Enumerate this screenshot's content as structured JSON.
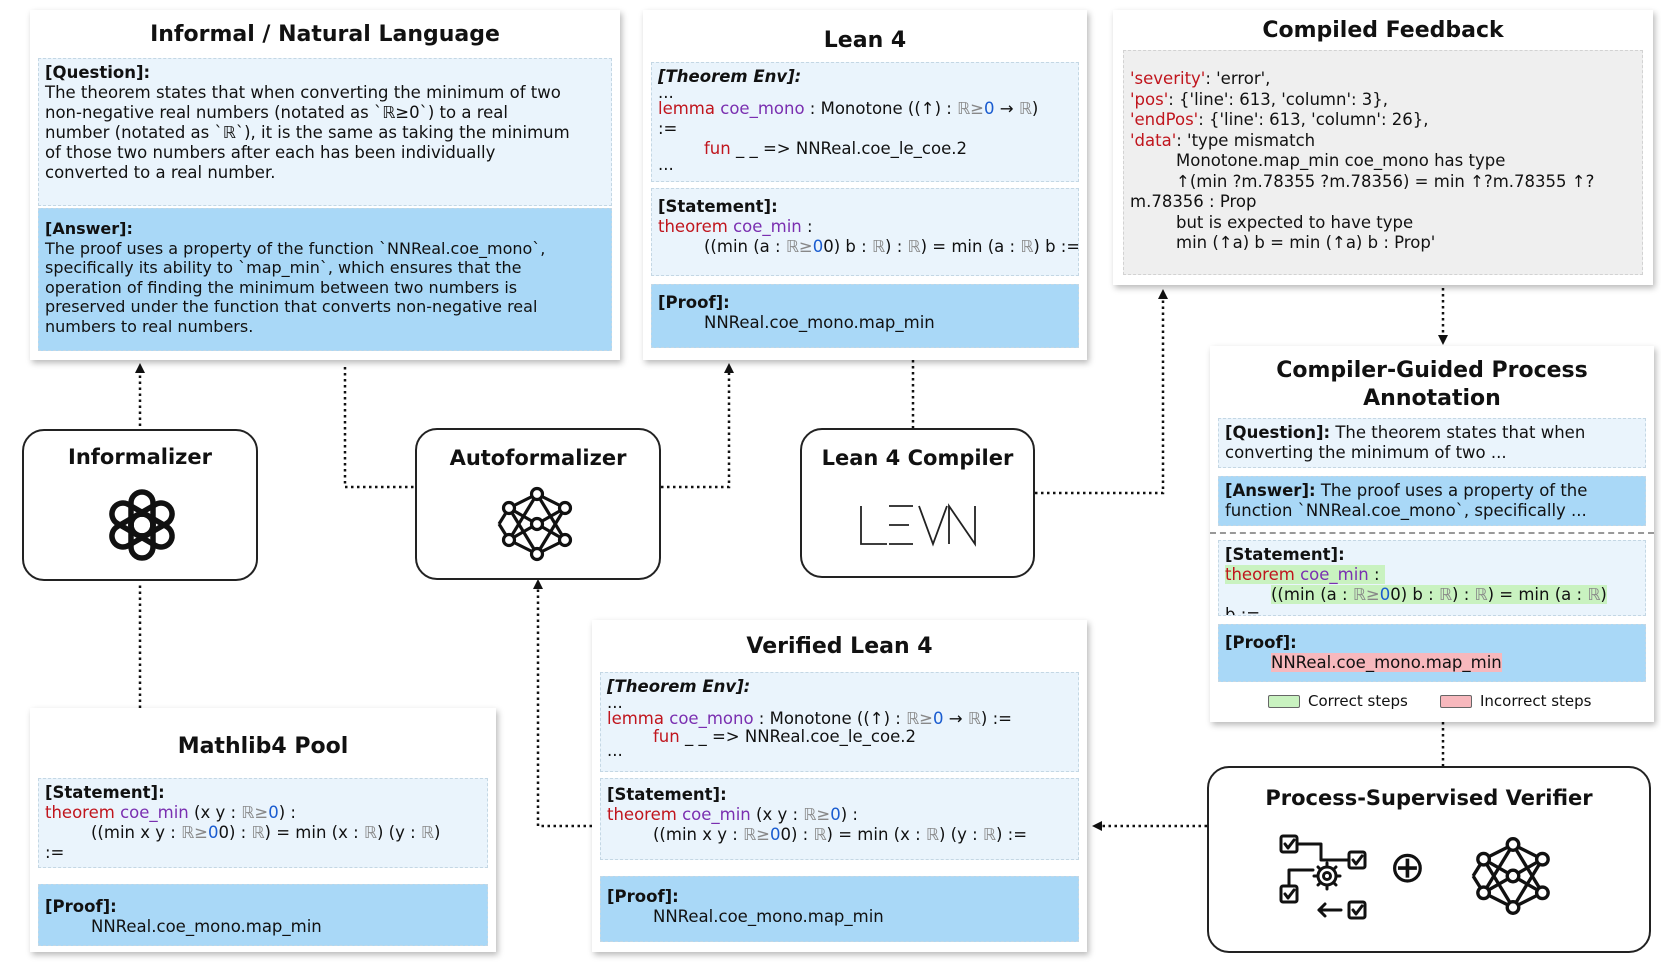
{
  "informal_panel": {
    "title": "Informal / Natural Language",
    "question_label": "[Question]:",
    "question_lines": [
      "The theorem states that when converting the minimum of two",
      "non-negative real numbers (notated as `ℝ≥0`) to a real",
      "number (notated as `ℝ`), it is the same as taking the minimum",
      "of those two numbers after each has been individually",
      "converted to a real number."
    ],
    "answer_label": "[Answer]:",
    "answer_lines": [
      "The proof uses a property of the function `NNReal.coe_mono`,",
      "specifically its ability to `map_min`, which ensures that the",
      "operation of finding the minimum between two numbers is",
      "preserved under the function that converts non-negative real",
      "numbers to real numbers."
    ]
  },
  "lean4_panel": {
    "title": "Lean 4",
    "env_label": "[Theorem Env]:",
    "ellipsis": "...",
    "lemma_kw": "lemma",
    "lemma_name": "coe_mono",
    "lemma_sig_a": " : Monotone ((↑) : ",
    "nn_type": "ℝ≥0",
    "arrow": " → ",
    "real_type": "ℝ",
    "close_paren": ")",
    "assign": ":=",
    "fun_kw": "fun",
    "fun_body": " _ _ => NNReal.coe_le_coe.2",
    "statement_label": "[Statement]:",
    "theorem_kw": "theorem",
    "theorem_name": "coe_min",
    "colon": " :",
    "proof_label": "[Proof]:",
    "proof_text": "NNReal.coe_mono.map_min"
  },
  "feedback_panel": {
    "title": "Compiled Feedback",
    "k_severity": "'severity'",
    "v_severity": ": 'error',",
    "k_pos": "'pos'",
    "v_pos": ": {'line': 613, 'column': 3},",
    "k_endpos": "'endPos'",
    "v_endpos": ": {'line': 613, 'column': 26},",
    "k_data": "'data'",
    "v_data": ": 'type mismatch",
    "msg_lines": [
      "Monotone.map_min coe_mono has type",
      "↑(min ?m.78355 ?m.78356) = min ↑?m.78355 ↑?",
      "m.78356 : Prop",
      "but is expected to have type",
      "min (↑a) b = min (↑a) b : Prop'"
    ]
  },
  "annotation_panel": {
    "title_line1": "Compiler-Guided Process",
    "title_line2": "Annotation",
    "question_label": "[Question]:",
    "question_text_1": " The theorem states that when",
    "question_text_2": "converting the minimum of two ...",
    "answer_label": "[Answer]:",
    "answer_text_1": " The proof uses a property of the",
    "answer_text_2": "function `NNReal.coe_mono`, specifically ...",
    "statement_label": "[Statement]:",
    "proof_label": "[Proof]:",
    "proof_text": "NNReal.coe_mono.map_min",
    "legend_correct": "Correct steps",
    "legend_incorrect": "Incorrect steps",
    "color_correct": "#c9f2c0",
    "color_incorrect": "#f7b8bd"
  },
  "informalizer": {
    "title": "Informalizer",
    "icon": "openai-logo-icon"
  },
  "autoformalizer": {
    "title": "Autoformalizer",
    "icon": "neural-network-icon"
  },
  "compiler": {
    "title": "Lean 4 Compiler",
    "logo_text": "LEAN"
  },
  "verified_panel": {
    "title": "Verified Lean 4",
    "sig_tail": ") :=",
    "xy": " (x y : ",
    "statement_label": "[Statement]:",
    "proof_label": "[Proof]:",
    "proof_text": "NNReal.coe_mono.map_min"
  },
  "mathlib_panel": {
    "title": "Mathlib4 Pool",
    "statement_label": "[Statement]:",
    "proof_label": "[Proof]:",
    "proof_text": "NNReal.coe_mono.map_min"
  },
  "verifier": {
    "title": "Process-Supervised Verifier",
    "plus": "⊕"
  },
  "code": {
    "ab_p1": "((min (a : ",
    "ab_p2": "0) b : ",
    "ab_p3": ") : ",
    "ab_p4": ") = min (a : ",
    "ab_p5": ") b :=",
    "ab_short": ")",
    "b_assign": "b :=",
    "xy_p1": "((min x y : ",
    "xy_p2": "0) : ",
    "xy_p3": ") = min (x : ",
    "xy_p4": ") (y : ",
    "xy_p5": ") :=",
    "xy_end": ")",
    "rge": "ℝ≥",
    "zero": "0",
    "r": "ℝ"
  },
  "colors": {
    "keyword": "#c0151d",
    "name": "#7a2fb0",
    "number": "#1a5cd0",
    "type": "#888888",
    "panel_light": "#eaf4fc",
    "panel_mid": "#a9d8f7"
  }
}
